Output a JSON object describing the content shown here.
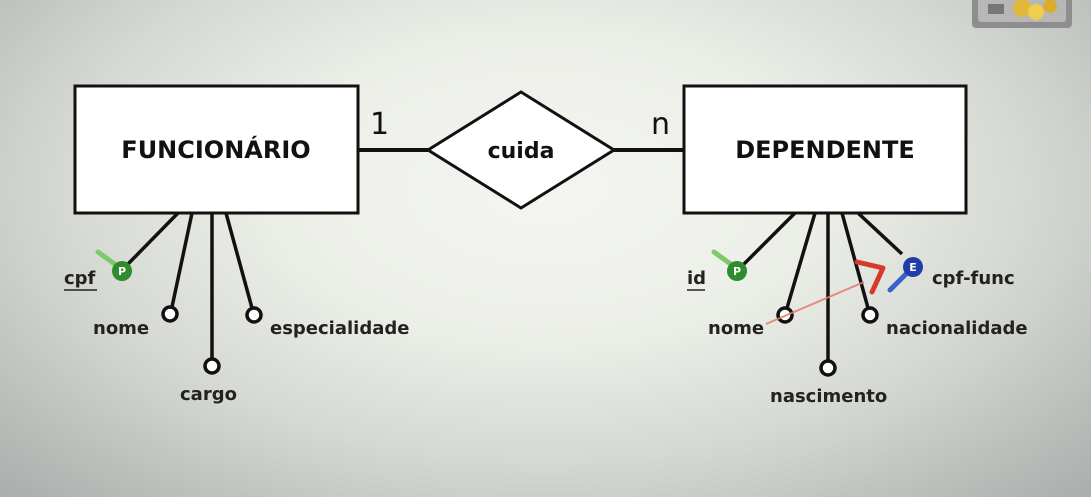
{
  "entities": {
    "funcionario": {
      "name": "FUNCIONÁRIO"
    },
    "dependente": {
      "name": "DEPENDENTE"
    }
  },
  "relationship": {
    "name": "cuida",
    "card_left": "1",
    "card_right": "n"
  },
  "attributes": {
    "funcionario": {
      "cpf": "cpf",
      "nome": "nome",
      "cargo": "cargo",
      "especialidade": "especialidade"
    },
    "dependente": {
      "id": "id",
      "nome": "nome",
      "nascimento": "nascimento",
      "nacionalidade": "nacionalidade",
      "cpf_func": "cpf-func"
    }
  },
  "key_badges": {
    "primary": "P",
    "foreign": "E"
  },
  "colors": {
    "primary_key": "#2e8b2e",
    "foreign_key": "#1f3fa6",
    "annotation_mark": "#d83a2a"
  },
  "icons": {
    "primary_key_icon": "green-key-p-icon",
    "foreign_key_icon": "blue-key-e-icon",
    "annotation": "red-check-mark-icon",
    "corner_logo": "coin-logo-icon"
  }
}
